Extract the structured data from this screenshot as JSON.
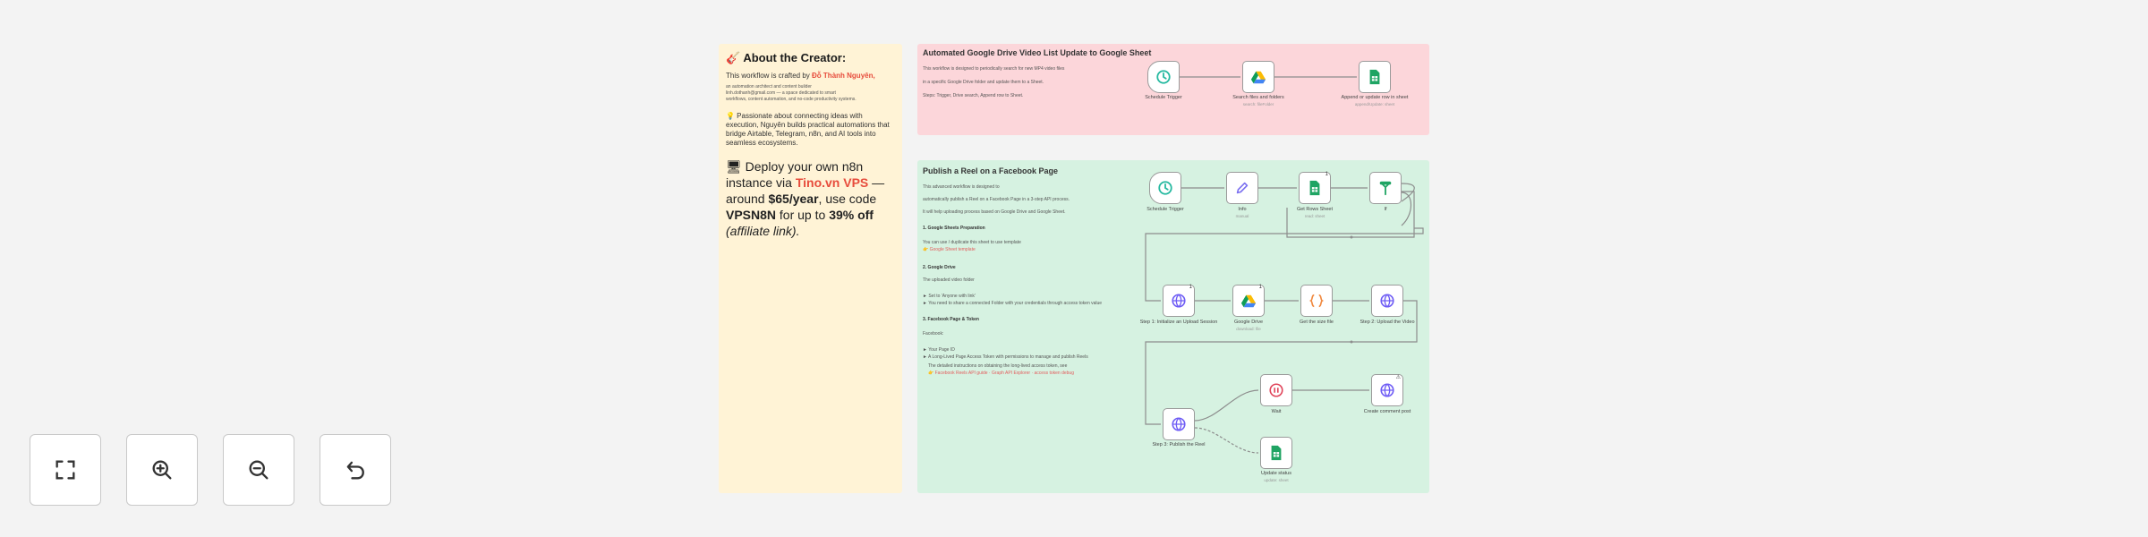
{
  "creator_note": {
    "title": "🎸 About the Creator:",
    "line1_prefix": "This workflow is crafted by ",
    "author": "Đỗ Thành Nguyên,",
    "small1": "an automation architect and content builder",
    "small2": "linh.dothanh@gmail.com — a space dedicated to smart",
    "small3": "workflows, content automation, and no-code productivity systems.",
    "passion": "💡 Passionate about connecting ideas with execution, Nguyên builds practical automations that bridge Airtable, Telegram, n8n, and AI tools into seamless ecosystems.",
    "deploy_prefix": "🖥 Deploy your own n8n instance via ",
    "deploy_link": "Tino.vn VPS",
    "deploy_mid": " — around ",
    "deploy_price": "$65/year",
    "deploy_code_prefix": ", use code ",
    "deploy_code": "VPSN8N",
    "deploy_off_prefix": " for up to ",
    "deploy_off": "39% off",
    "deploy_aff": "(affiliate link)."
  },
  "drive_note": {
    "title": "Automated Google Drive Video List Update to Google Sheet",
    "desc1": "This workflow is designed to periodically search for new MP4 video files",
    "desc2": "in a specific Google Drive folder and update them to a Sheet.",
    "desc3": "Steps: Trigger, Drive search, Append row to Sheet."
  },
  "fb_note": {
    "title": "Publish a Reel on a Facebook Page",
    "desc1": "This advanced workflow is designed to",
    "desc2": "automatically publish a Reel on a Facebook Page in a 3-step API process.",
    "desc3": "It will help uploading process based on Google Drive and Google Sheet.",
    "sec1": "1. Google Sheets Preparation",
    "sec1_a": "You can use / duplicate this sheet to use template",
    "sec1_b": "👉 Google Sheet template",
    "sec2": "2. Google Drive",
    "sec2_a": "The uploaded video folder",
    "sec2_b": "► Set to 'Anyone with link'",
    "sec2_c": "► You need to share a connected Folder with your credentials through access token value",
    "sec3": "3. Facebook Page & Token",
    "sec3_a": "Facebook:",
    "sec3_b": "► Your Page ID",
    "sec3_c": "► A Long-Lived Page Access Token with permissions to manage and publish Reels",
    "sec3_d": "The detailed instructions on obtaining the long-lived access token, see",
    "sec3_e": "👉 Facebook Reels API guide · Graph API Explorer · access token debug"
  },
  "nodes": {
    "drive_trigger": {
      "label": "Schedule Trigger",
      "sub": ""
    },
    "drive_search": {
      "label": "Search files and folders",
      "sub": "search: fileFolder"
    },
    "drive_sheet": {
      "label": "Append or update row in sheet",
      "sub": "append/Update: sheet"
    },
    "fb_trigger": {
      "label": "Schedule Trigger",
      "sub": ""
    },
    "fb_edit": {
      "label": "Info",
      "sub": "manual"
    },
    "fb_getrows": {
      "label": "Get Rows Sheet",
      "sub": "read: sheet",
      "badge": "1"
    },
    "fb_if": {
      "label": "If",
      "sub": ""
    },
    "fb_init": {
      "label": "Step 1: Initialize an Upload Session",
      "sub": "",
      "badge": "1"
    },
    "fb_gdrive": {
      "label": "Google Drive",
      "sub": "download: file",
      "badge": "1"
    },
    "fb_code": {
      "label": "Get the size file",
      "sub": ""
    },
    "fb_upload": {
      "label": "Step 2: Upload the Video",
      "sub": ""
    },
    "fb_publish": {
      "label": "Step 3: Publish the Reel",
      "sub": ""
    },
    "fb_wait": {
      "label": "Wait",
      "sub": ""
    },
    "fb_comment": {
      "label": "Create comment post",
      "sub": ""
    },
    "fb_update": {
      "label": "Update status",
      "sub": "update: sheet"
    }
  },
  "controls": {
    "fit": "fit-view-icon",
    "zoom_in": "zoom-in-icon",
    "zoom_out": "zoom-out-icon",
    "reset": "reset-zoom-icon"
  },
  "colors": {
    "canvas_bg": "#f3f3f3",
    "note_yellow": "#fff3d6",
    "note_red": "#fcd6da",
    "note_green": "#d6f2e1",
    "accent_red": "#e74c3c",
    "sheets_green": "#1fa463",
    "http_purple": "#6e5cf5",
    "schedule_teal": "#25b9a0"
  }
}
